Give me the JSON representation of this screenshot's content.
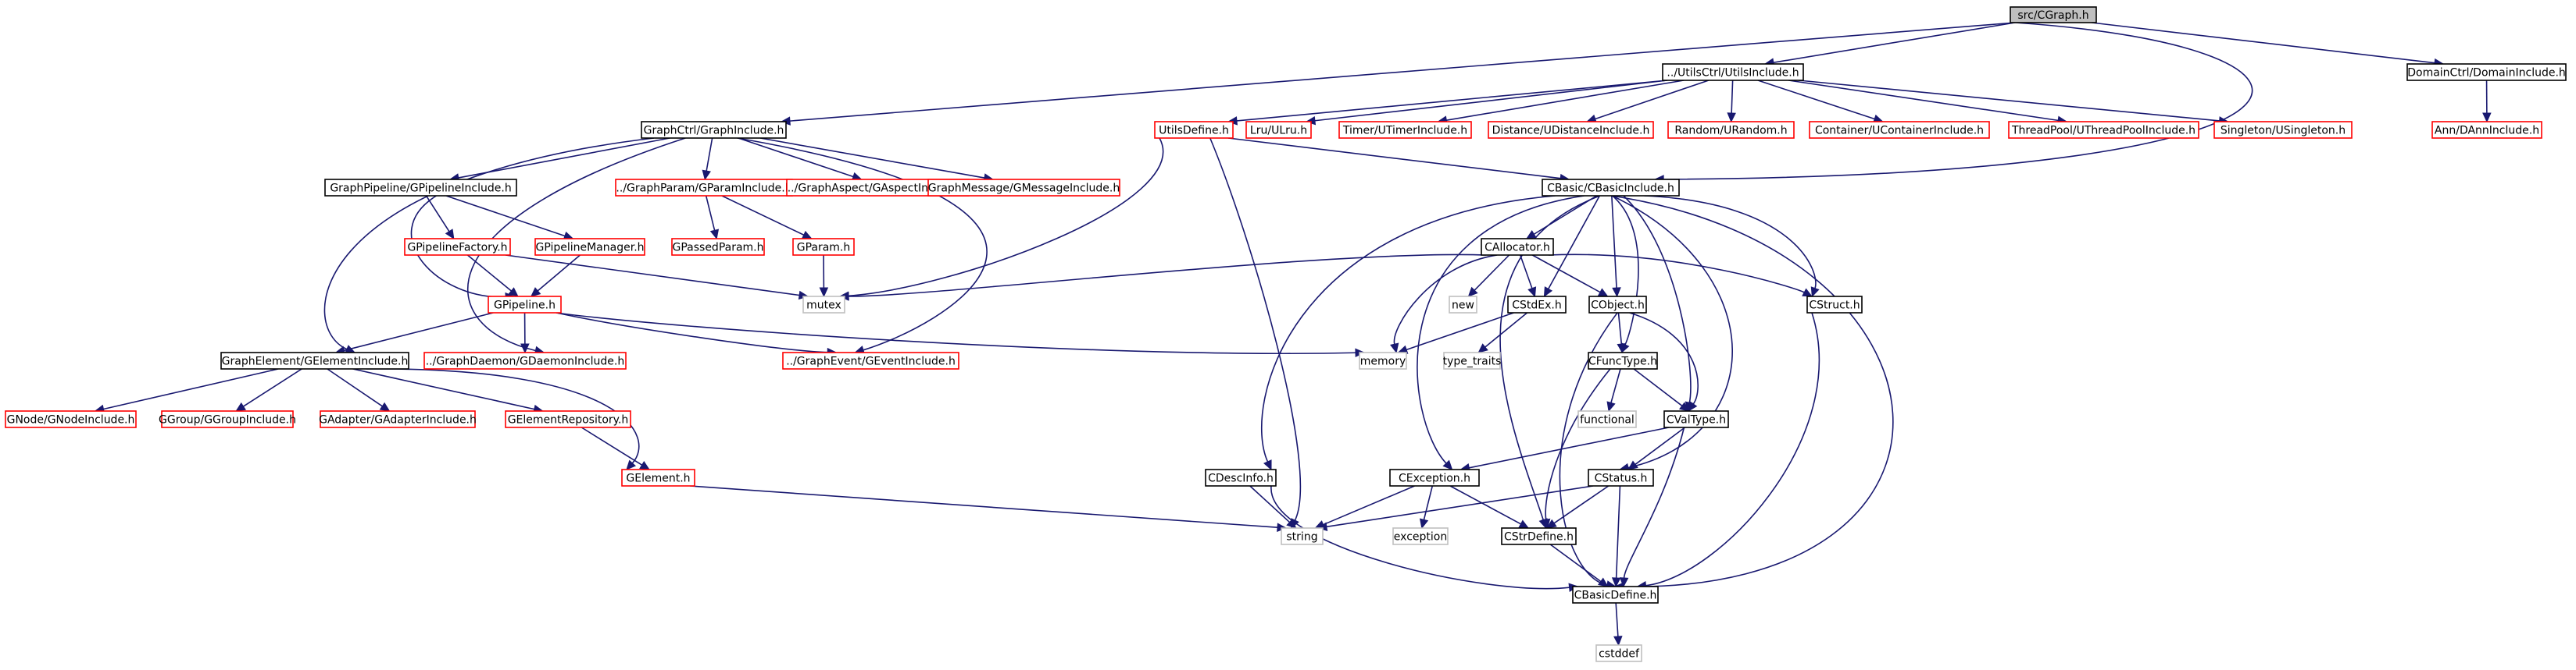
{
  "diagram": {
    "type": "include-dependency-graph",
    "colors": {
      "background": "#ffffff",
      "edge": "#191970",
      "root_fill": "#bfbfbf",
      "root_border": "#000000",
      "documented_border": "#000000",
      "undocumented_border": "#ff0000",
      "external_border": "#bfbfbf",
      "text": "#000000"
    },
    "nodes": [
      {
        "id": "root",
        "label": "src/CGraph.h",
        "style": "root"
      },
      {
        "id": "utils_inc",
        "label": "../UtilsCtrl/UtilsInclude.h",
        "style": "documented"
      },
      {
        "id": "domain_inc",
        "label": "DomainCtrl/DomainInclude.h",
        "style": "documented"
      },
      {
        "id": "graph_inc",
        "label": "GraphCtrl/GraphInclude.h",
        "style": "documented"
      },
      {
        "id": "utils_define",
        "label": "UtilsDefine.h",
        "style": "undocumented"
      },
      {
        "id": "lru",
        "label": "Lru/ULru.h",
        "style": "undocumented"
      },
      {
        "id": "timer",
        "label": "Timer/UTimerInclude.h",
        "style": "undocumented"
      },
      {
        "id": "distance",
        "label": "Distance/UDistanceInclude.h",
        "style": "undocumented"
      },
      {
        "id": "random",
        "label": "Random/URandom.h",
        "style": "undocumented"
      },
      {
        "id": "container",
        "label": "Container/UContainerInclude.h",
        "style": "undocumented"
      },
      {
        "id": "threadpool",
        "label": "ThreadPool/UThreadPoolInclude.h",
        "style": "undocumented"
      },
      {
        "id": "singleton",
        "label": "Singleton/USingleton.h",
        "style": "undocumented"
      },
      {
        "id": "ann",
        "label": "Ann/DAnnInclude.h",
        "style": "undocumented"
      },
      {
        "id": "gpipeline_inc",
        "label": "GraphPipeline/GPipelineInclude.h",
        "style": "documented"
      },
      {
        "id": "gparam_inc",
        "label": "../GraphParam/GParamInclude.h",
        "style": "undocumented"
      },
      {
        "id": "gaspect_inc",
        "label": "../GraphAspect/GAspectInclude.h",
        "style": "undocumented"
      },
      {
        "id": "gmessage_inc",
        "label": "GraphMessage/GMessageInclude.h",
        "style": "undocumented"
      },
      {
        "id": "cbasic_inc",
        "label": "CBasic/CBasicInclude.h",
        "style": "documented"
      },
      {
        "id": "gpipeline_factory",
        "label": "GPipelineFactory.h",
        "style": "undocumented"
      },
      {
        "id": "gpipeline_manager",
        "label": "GPipelineManager.h",
        "style": "undocumented"
      },
      {
        "id": "gpassed_param",
        "label": "GPassedParam.h",
        "style": "undocumented"
      },
      {
        "id": "gparam",
        "label": "GParam.h",
        "style": "undocumented"
      },
      {
        "id": "mutex",
        "label": "mutex",
        "style": "external"
      },
      {
        "id": "gpipeline",
        "label": "GPipeline.h",
        "style": "undocumented"
      },
      {
        "id": "callocator",
        "label": "CAllocator.h",
        "style": "documented"
      },
      {
        "id": "new",
        "label": "new",
        "style": "external"
      },
      {
        "id": "cstdex",
        "label": "CStdEx.h",
        "style": "documented"
      },
      {
        "id": "cobject",
        "label": "CObject.h",
        "style": "documented"
      },
      {
        "id": "cstruct",
        "label": "CStruct.h",
        "style": "documented"
      },
      {
        "id": "gelement_inc",
        "label": "GraphElement/GElementInclude.h",
        "style": "documented"
      },
      {
        "id": "gdaemon_inc",
        "label": "../GraphDaemon/GDaemonInclude.h",
        "style": "undocumented"
      },
      {
        "id": "gevent_inc",
        "label": "../GraphEvent/GEventInclude.h",
        "style": "undocumented"
      },
      {
        "id": "memory",
        "label": "memory",
        "style": "external"
      },
      {
        "id": "type_traits",
        "label": "type_traits",
        "style": "external"
      },
      {
        "id": "cfunctype",
        "label": "CFuncType.h",
        "style": "documented"
      },
      {
        "id": "gnode_inc",
        "label": "GNode/GNodeInclude.h",
        "style": "undocumented"
      },
      {
        "id": "ggroup_inc",
        "label": "GGroup/GGroupInclude.h",
        "style": "undocumented"
      },
      {
        "id": "gadapter_inc",
        "label": "GAdapter/GAdapterInclude.h",
        "style": "undocumented"
      },
      {
        "id": "gelement_repo",
        "label": "GElementRepository.h",
        "style": "undocumented"
      },
      {
        "id": "functional",
        "label": "functional",
        "style": "external"
      },
      {
        "id": "cvaltype",
        "label": "CValType.h",
        "style": "documented"
      },
      {
        "id": "gelement",
        "label": "GElement.h",
        "style": "undocumented"
      },
      {
        "id": "cdescinfo",
        "label": "CDescInfo.h",
        "style": "documented"
      },
      {
        "id": "cexception",
        "label": "CException.h",
        "style": "documented"
      },
      {
        "id": "cstatus",
        "label": "CStatus.h",
        "style": "documented"
      },
      {
        "id": "string",
        "label": "string",
        "style": "external"
      },
      {
        "id": "exception",
        "label": "exception",
        "style": "external"
      },
      {
        "id": "cstrdefine",
        "label": "CStrDefine.h",
        "style": "documented"
      },
      {
        "id": "cbasic_define",
        "label": "CBasicDefine.h",
        "style": "documented"
      },
      {
        "id": "cstddef",
        "label": "cstddef",
        "style": "external"
      }
    ],
    "edges": [
      {
        "from": "root",
        "to": "utils_inc"
      },
      {
        "from": "root",
        "to": "domain_inc"
      },
      {
        "from": "root",
        "to": "graph_inc"
      },
      {
        "from": "root",
        "to": "cbasic_inc"
      },
      {
        "from": "utils_inc",
        "to": "utils_define"
      },
      {
        "from": "utils_inc",
        "to": "lru"
      },
      {
        "from": "utils_inc",
        "to": "timer"
      },
      {
        "from": "utils_inc",
        "to": "distance"
      },
      {
        "from": "utils_inc",
        "to": "random"
      },
      {
        "from": "utils_inc",
        "to": "container"
      },
      {
        "from": "utils_inc",
        "to": "threadpool"
      },
      {
        "from": "utils_inc",
        "to": "singleton"
      },
      {
        "from": "domain_inc",
        "to": "ann"
      },
      {
        "from": "graph_inc",
        "to": "gpipeline_inc"
      },
      {
        "from": "graph_inc",
        "to": "gparam_inc"
      },
      {
        "from": "graph_inc",
        "to": "gaspect_inc"
      },
      {
        "from": "graph_inc",
        "to": "gmessage_inc"
      },
      {
        "from": "graph_inc",
        "to": "gelement_inc"
      },
      {
        "from": "graph_inc",
        "to": "gdaemon_inc"
      },
      {
        "from": "graph_inc",
        "to": "gevent_inc"
      },
      {
        "from": "utils_define",
        "to": "cbasic_inc"
      },
      {
        "from": "utils_define",
        "to": "mutex"
      },
      {
        "from": "utils_define",
        "to": "string"
      },
      {
        "from": "gpipeline_inc",
        "to": "gpipeline_factory"
      },
      {
        "from": "gpipeline_inc",
        "to": "gpipeline_manager"
      },
      {
        "from": "gpipeline_inc",
        "to": "gpipeline"
      },
      {
        "from": "gparam_inc",
        "to": "gpassed_param"
      },
      {
        "from": "gparam_inc",
        "to": "gparam"
      },
      {
        "from": "gparam",
        "to": "mutex"
      },
      {
        "from": "gpipeline_factory",
        "to": "gpipeline"
      },
      {
        "from": "gpipeline_factory",
        "to": "mutex"
      },
      {
        "from": "gpipeline_manager",
        "to": "gpipeline"
      },
      {
        "from": "gpipeline",
        "to": "gelement_inc"
      },
      {
        "from": "gpipeline",
        "to": "gdaemon_inc"
      },
      {
        "from": "gpipeline",
        "to": "gevent_inc"
      },
      {
        "from": "gpipeline",
        "to": "memory"
      },
      {
        "from": "cbasic_inc",
        "to": "callocator"
      },
      {
        "from": "cbasic_inc",
        "to": "cstdex"
      },
      {
        "from": "cbasic_inc",
        "to": "cobject"
      },
      {
        "from": "cbasic_inc",
        "to": "cstruct"
      },
      {
        "from": "cbasic_inc",
        "to": "cfunctype"
      },
      {
        "from": "cbasic_inc",
        "to": "cvaltype"
      },
      {
        "from": "cbasic_inc",
        "to": "cdescinfo"
      },
      {
        "from": "cbasic_inc",
        "to": "cexception"
      },
      {
        "from": "cbasic_inc",
        "to": "cstatus"
      },
      {
        "from": "cbasic_inc",
        "to": "cstrdefine"
      },
      {
        "from": "cbasic_inc",
        "to": "cbasic_define"
      },
      {
        "from": "callocator",
        "to": "mutex"
      },
      {
        "from": "callocator",
        "to": "new"
      },
      {
        "from": "callocator",
        "to": "cstdex"
      },
      {
        "from": "callocator",
        "to": "cobject"
      },
      {
        "from": "callocator",
        "to": "cstruct"
      },
      {
        "from": "callocator",
        "to": "memory"
      },
      {
        "from": "cstdex",
        "to": "memory"
      },
      {
        "from": "cstdex",
        "to": "type_traits"
      },
      {
        "from": "cobject",
        "to": "cfunctype"
      },
      {
        "from": "cobject",
        "to": "cvaltype"
      },
      {
        "from": "cobject",
        "to": "cbasic_define"
      },
      {
        "from": "cstruct",
        "to": "cbasic_define"
      },
      {
        "from": "gelement_inc",
        "to": "gnode_inc"
      },
      {
        "from": "gelement_inc",
        "to": "ggroup_inc"
      },
      {
        "from": "gelement_inc",
        "to": "gadapter_inc"
      },
      {
        "from": "gelement_inc",
        "to": "gelement_repo"
      },
      {
        "from": "gelement_inc",
        "to": "gelement"
      },
      {
        "from": "gelement_repo",
        "to": "gelement"
      },
      {
        "from": "gelement",
        "to": "string"
      },
      {
        "from": "cfunctype",
        "to": "functional"
      },
      {
        "from": "cfunctype",
        "to": "cvaltype"
      },
      {
        "from": "cfunctype",
        "to": "cstrdefine"
      },
      {
        "from": "cvaltype",
        "to": "cexception"
      },
      {
        "from": "cvaltype",
        "to": "cstatus"
      },
      {
        "from": "cvaltype",
        "to": "cbasic_define"
      },
      {
        "from": "cdescinfo",
        "to": "string"
      },
      {
        "from": "cdescinfo",
        "to": "cbasic_define"
      },
      {
        "from": "cexception",
        "to": "string"
      },
      {
        "from": "cexception",
        "to": "exception"
      },
      {
        "from": "cexception",
        "to": "cstrdefine"
      },
      {
        "from": "cstatus",
        "to": "string"
      },
      {
        "from": "cstatus",
        "to": "cstrdefine"
      },
      {
        "from": "cstatus",
        "to": "cbasic_define"
      },
      {
        "from": "cstrdefine",
        "to": "cbasic_define"
      },
      {
        "from": "cbasic_define",
        "to": "cstddef"
      }
    ]
  }
}
